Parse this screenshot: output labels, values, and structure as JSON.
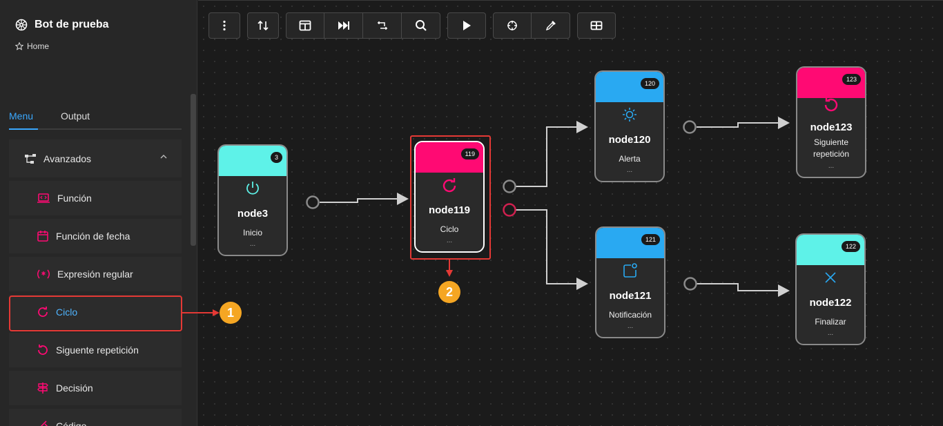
{
  "app": {
    "title": "Bot de prueba",
    "home": "Home"
  },
  "tabs": [
    {
      "label": "Menu"
    },
    {
      "label": "Output"
    }
  ],
  "menu": {
    "group": "Avanzados",
    "items": [
      {
        "label": "Función"
      },
      {
        "label": "Función de fecha"
      },
      {
        "label": "Expresión regular"
      },
      {
        "label": "Ciclo"
      },
      {
        "label": "Siguente repetición"
      },
      {
        "label": "Decisión"
      },
      {
        "label": "Código"
      }
    ]
  },
  "toolbar": {
    "icons": [
      "more-vertical-icon",
      "sort-icon",
      "layout-icon",
      "skip-forward-icon",
      "transform-icon",
      "search-icon",
      "play-icon",
      "crosshair-icon",
      "eyedropper-icon",
      "table-icon"
    ]
  },
  "nodes": [
    {
      "id": "node3",
      "badge": "3",
      "label": "Inicio",
      "dots": "...",
      "color": "#5ef2e8",
      "icon": "power-icon"
    },
    {
      "id": "node119",
      "badge": "119",
      "label": "Ciclo",
      "dots": "...",
      "color": "#ff0a73",
      "icon": "refresh-icon"
    },
    {
      "id": "node120",
      "badge": "120",
      "label": "Alerta",
      "dots": "...",
      "color": "#29a9f2",
      "icon": "sun-icon"
    },
    {
      "id": "node121",
      "badge": "121",
      "label": "Notificación",
      "dots": "...",
      "color": "#29a9f2",
      "icon": "notification-icon"
    },
    {
      "id": "node123",
      "badge": "123",
      "label": "Siguiente repetición",
      "dots": "...",
      "color": "#ff0a73",
      "icon": "undo-icon"
    },
    {
      "id": "node122",
      "badge": "122",
      "label": "Finalizar",
      "dots": "...",
      "color": "#5ef2e8",
      "icon": "close-icon"
    }
  ],
  "steps": [
    "1",
    "2"
  ],
  "colors": {
    "accent": "#3aa8ff",
    "pink": "#ff0a73",
    "cyan": "#5ef2e8",
    "blue": "#29a9f2",
    "highlight": "#e53935",
    "step": "#f5a623"
  }
}
